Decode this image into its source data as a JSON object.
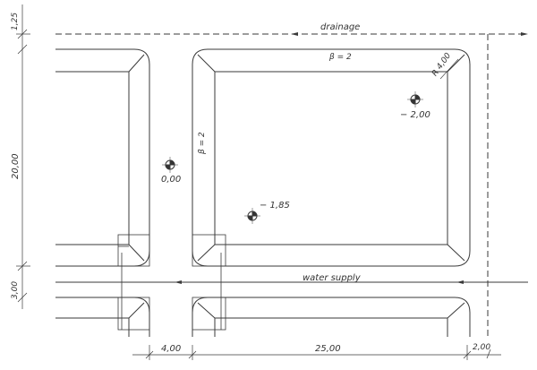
{
  "drawing": {
    "type": "site plan / pond layout",
    "line_color": "#3a3a3a",
    "background": "#ffffff"
  },
  "pipes": {
    "drainage_label": "drainage",
    "water_supply_label": "water supply"
  },
  "slope_labels": {
    "top": "β = 2",
    "left": "β = 2"
  },
  "radius_label": "R 4,00",
  "benchmarks": [
    {
      "label": "0,00"
    },
    {
      "label": "− 1,85"
    },
    {
      "label": "− 2,00"
    }
  ],
  "dimensions": {
    "vertical": [
      {
        "label": "1,25"
      },
      {
        "label": "20,00"
      },
      {
        "label": "3,00"
      }
    ],
    "horizontal": [
      {
        "label": "4,00"
      },
      {
        "label": "25,00"
      },
      {
        "label": "2,00"
      }
    ]
  }
}
